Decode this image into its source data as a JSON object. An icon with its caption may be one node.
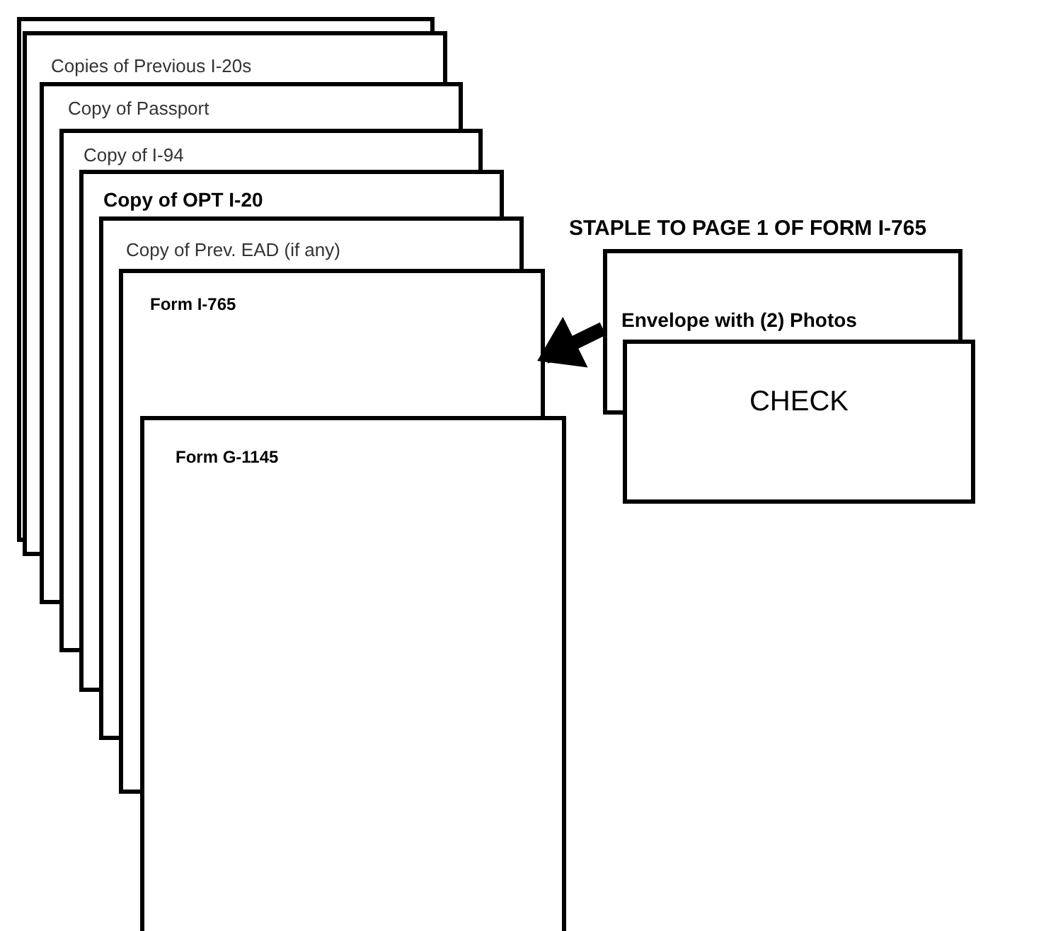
{
  "diagram": {
    "nodes": [
      {
        "text": [],
        "shape": "box"
      },
      {
        "text": [
          "Copies of Previous I-20s"
        ]
      },
      {
        "text": [
          "Copy of Passport"
        ]
      },
      {
        "text": [
          "Copy of I-94"
        ]
      },
      {
        "text": [
          "Copy of OPT I-20"
        ]
      },
      {
        "text": [
          "Copy of Prev. EAD (if any)"
        ]
      },
      {
        "text": [
          "Form I-765"
        ]
      },
      {
        "text": [
          "Form G-1145"
        ]
      },
      {
        "text": [
          "Envelope with (2) Photos"
        ]
      },
      {
        "text": [
          "CHECK"
        ]
      }
    ],
    "edges": [
      {
        "from": 8,
        "to": 6,
        "arrow": "to"
      }
    ],
    "labels": [
      "STAPLE TO PAGE 1 OF FORM I-765"
    ]
  }
}
